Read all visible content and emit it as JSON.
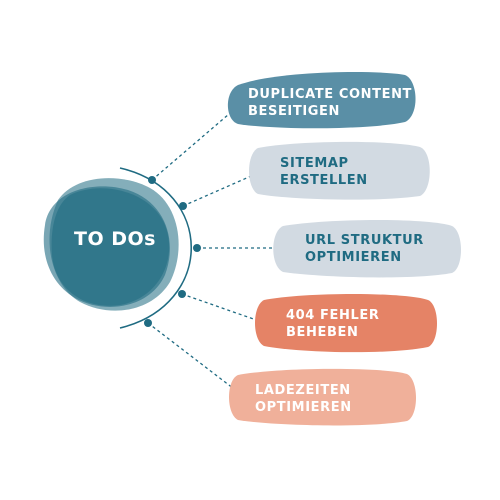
{
  "center": {
    "label": "TO DOs",
    "color": "#1f6b82"
  },
  "tasks": [
    {
      "line1": "DUPLICATE CONTENT",
      "line2": "BESEITIGEN",
      "bg_color": "#5a8fa6",
      "text_color": "#ffffff"
    },
    {
      "line1": "SITEMAP",
      "line2": "ERSTELLEN",
      "bg_color": "#d2dae2",
      "text_color": "#1f6b82"
    },
    {
      "line1": "URL STRUKTUR",
      "line2": "OPTIMIEREN",
      "bg_color": "#d2dae2",
      "text_color": "#1f6b82"
    },
    {
      "line1": "404 FEHLER",
      "line2": "BEHEBEN",
      "bg_color": "#e58366",
      "text_color": "#ffffff"
    },
    {
      "line1": "LADEZEITEN",
      "line2": "OPTIMIEREN",
      "bg_color": "#f0b09a",
      "text_color": "#ffffff"
    }
  ],
  "connector_color": "#1f6b82"
}
